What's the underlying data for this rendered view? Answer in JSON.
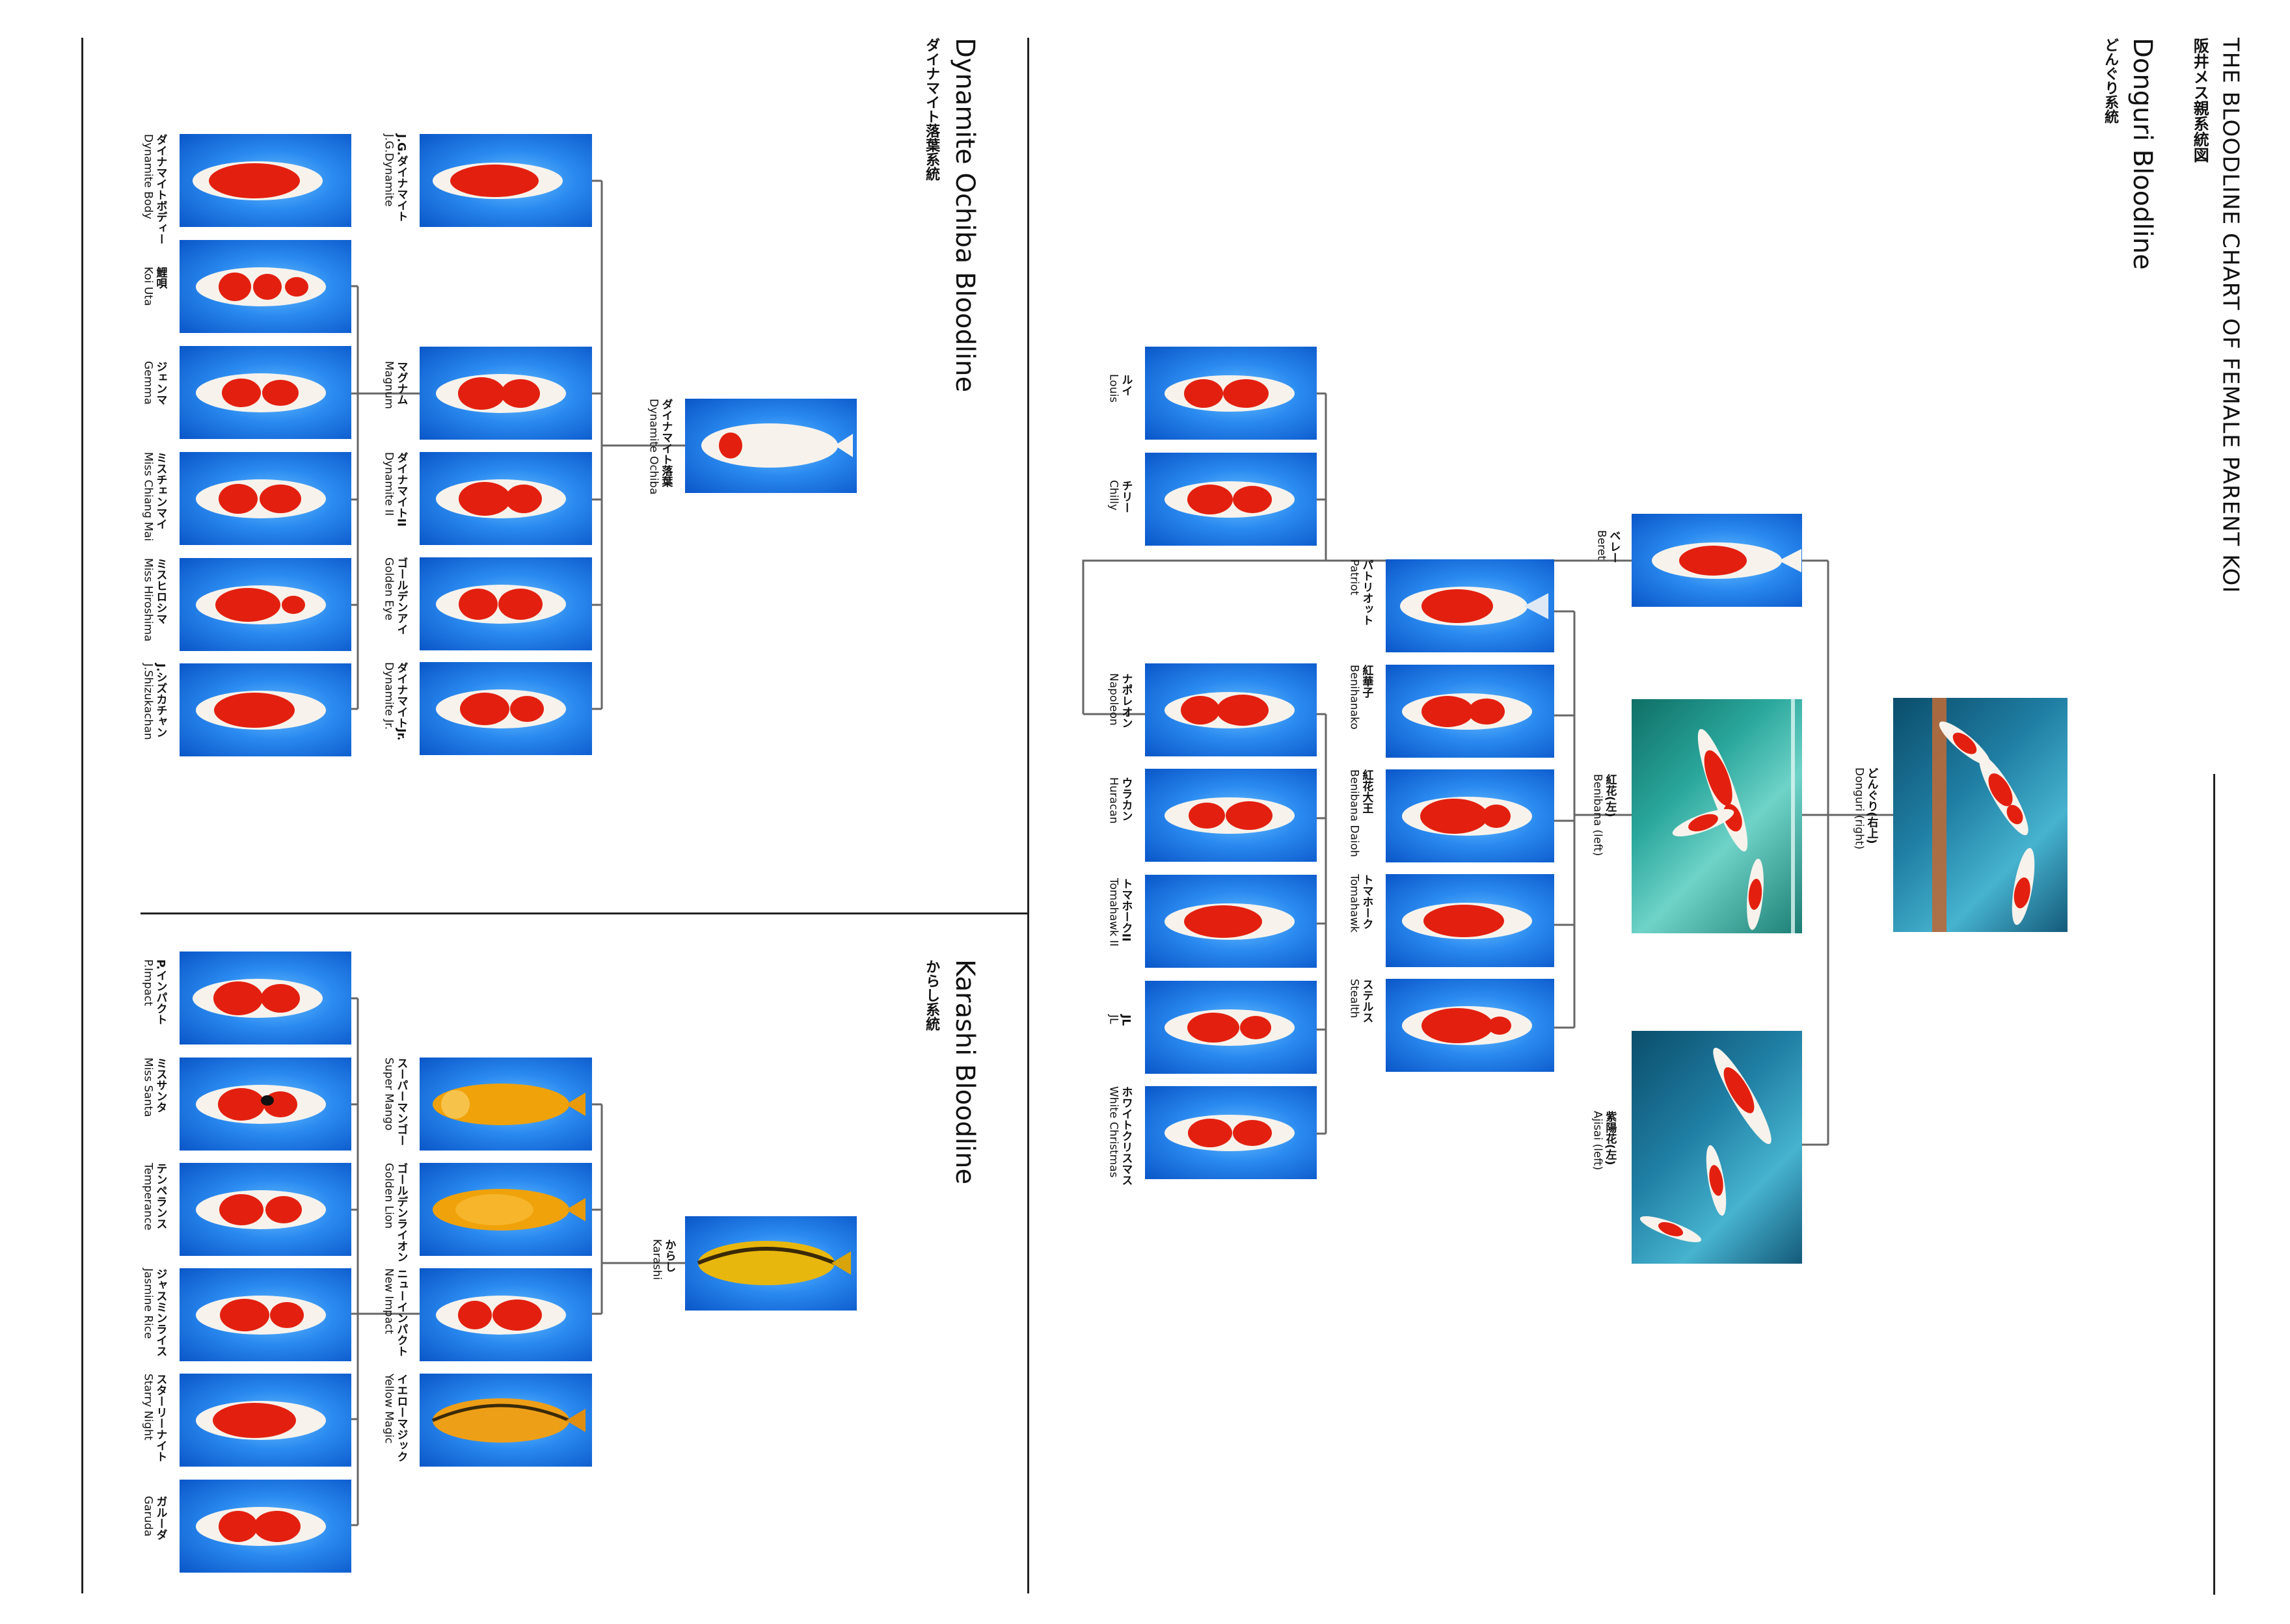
{
  "header": {
    "title": "THE BLOODLINE CHART OF FEMALE PARENT KOI",
    "subtitle_jp": "阪井メス親系統図"
  },
  "sections": {
    "donguri": {
      "title_en": "Donguri Bloodline",
      "title_jp": "どんぐり系統"
    },
    "dynamite": {
      "title_en": "Dynamite Ochiba Bloodline",
      "title_jp": "ダイナマイト落葉系統"
    },
    "karashi": {
      "title_en": "Karashi Bloodline",
      "title_jp": "からし系統"
    }
  },
  "koi": {
    "donguri": {
      "jp": "どんぐり(右上)",
      "en": "Donguri (right)"
    },
    "beret": {
      "jp": "ベレー",
      "en": "Beret"
    },
    "benibana": {
      "jp": "紅花(左)",
      "en": "Benibana (left)"
    },
    "ajisai": {
      "jp": "紫陽花(左)",
      "en": "Ajisai (left)"
    },
    "patriot": {
      "jp": "パトリオット",
      "en": "Patriot"
    },
    "benihanako": {
      "jp": "紅華子",
      "en": "Benihanako"
    },
    "benibanadaioh": {
      "jp": "紅花大王",
      "en": "Benibana Daioh"
    },
    "tomahawk": {
      "jp": "トマホーク",
      "en": "Tomahawk"
    },
    "stealth": {
      "jp": "ステルス",
      "en": "Stealth"
    },
    "louis": {
      "jp": "ルイ",
      "en": "Louis"
    },
    "chilly": {
      "jp": "チリー",
      "en": "Chilly"
    },
    "napoleon": {
      "jp": "ナポレオン",
      "en": "Napoleon"
    },
    "huracan": {
      "jp": "ウラカン",
      "en": "Huracan"
    },
    "tomahawk2": {
      "jp": "トマホークII",
      "en": "Tomahawk II"
    },
    "jl": {
      "jp": "JL",
      "en": "JL"
    },
    "whitechristmas": {
      "jp": "ホワイトクリスマス",
      "en": "White Christmas"
    },
    "dynamiteochiba": {
      "jp": "ダイナマイト落葉",
      "en": "Dynamite Ochiba"
    },
    "jgdynamite": {
      "jp": "J.G.ダイナマイト",
      "en": "J.G.Dynamite"
    },
    "magnum": {
      "jp": "マグナム",
      "en": "Magnum"
    },
    "dynamite2": {
      "jp": "ダイナマイトII",
      "en": "Dynamite II"
    },
    "goldeneye": {
      "jp": "ゴールデンアイ",
      "en": "Golden Eye"
    },
    "dynamitejr": {
      "jp": "ダイナマイトJr.",
      "en": "Dynamite Jr."
    },
    "dynamitebody": {
      "jp": "ダイナマイトボディー",
      "en": "Dynamite Body"
    },
    "koiuta": {
      "jp": "鯉唄",
      "en": "Koi Uta"
    },
    "gemma": {
      "jp": "ジェンマ",
      "en": "Gemma"
    },
    "misschiangmai": {
      "jp": "ミスチェンマイ",
      "en": "Miss Chiang Mai"
    },
    "misshiroshima": {
      "jp": "ミスヒロシマ",
      "en": "Miss Hiroshima"
    },
    "jshizukachan": {
      "jp": "J.シズカチャン",
      "en": "J.Shizukachan"
    },
    "karashi": {
      "jp": "からし",
      "en": "Karashi"
    },
    "supermango": {
      "jp": "スーパーマンゴー",
      "en": "Super Mango"
    },
    "goldenlion": {
      "jp": "ゴールデンライオン",
      "en": "Golden Lion"
    },
    "newimpact": {
      "jp": "ニューインパクト",
      "en": "New Impact"
    },
    "yellowmagic": {
      "jp": "イエローマジック",
      "en": "Yellow Magic"
    },
    "pimpact": {
      "jp": "P.インパクト",
      "en": "P.Impact"
    },
    "misssanta": {
      "jp": "ミスサンタ",
      "en": "Miss Santa"
    },
    "temperance": {
      "jp": "テンペランス",
      "en": "Temperance"
    },
    "jasminerice": {
      "jp": "ジャスミンライス",
      "en": "Jasmine Rice"
    },
    "starrynight": {
      "jp": "スターリーナイト",
      "en": "Starry Night"
    },
    "garuda": {
      "jp": "ガルーダ",
      "en": "Garuda"
    }
  },
  "colors": {
    "kohaku_red": "#e3200f",
    "kohaku_white": "#f7f3ec",
    "yamabuki": "#f0a20a",
    "karashi_yellow": "#e8b70e",
    "photo_blue": "#1e7ff0",
    "connector": "#666666"
  },
  "icons": {
    "kohaku": "kohaku-koi-icon",
    "yamabuki": "yamabuki-koi-icon",
    "karashi": "karashi-koi-icon"
  }
}
